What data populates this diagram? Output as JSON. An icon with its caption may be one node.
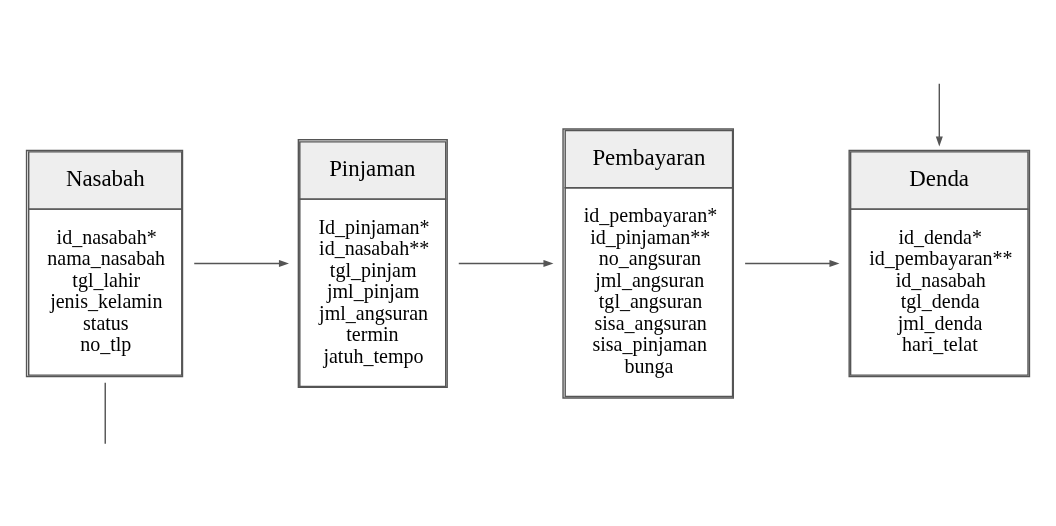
{
  "diagram": {
    "nodes": [
      {
        "text": [
          "Nasabah",
          "id_nasabah* nama_nasabah tgl_lahir jenis_kelamin status no_tlp"
        ]
      },
      {
        "text": [
          "Pinjaman",
          "Id_pinjaman* id_nasabah** tgl_pinjam jml_pinjam jml_angsuran termin jatuh_tempo"
        ]
      },
      {
        "text": [
          "Pembayaran",
          "id_pembayaran* id_pinjaman** no_angsuran jml_angsuran tgl_angsuran sisa_angsuran sisa_pinjaman bunga"
        ]
      },
      {
        "text": [
          "Denda",
          "id_denda* id_pembayaran** id_nasabah tgl_denda jml_denda hari_telat"
        ]
      }
    ],
    "edges": [
      {
        "from": 0,
        "to": 1,
        "arrow": "to"
      },
      {
        "from": 1,
        "to": 2,
        "arrow": "to"
      },
      {
        "from": 2,
        "to": 3,
        "arrow": "to"
      },
      {
        "from": 0,
        "to": null,
        "arrow": "none"
      },
      {
        "from": null,
        "to": 3,
        "arrow": "to"
      }
    ]
  }
}
